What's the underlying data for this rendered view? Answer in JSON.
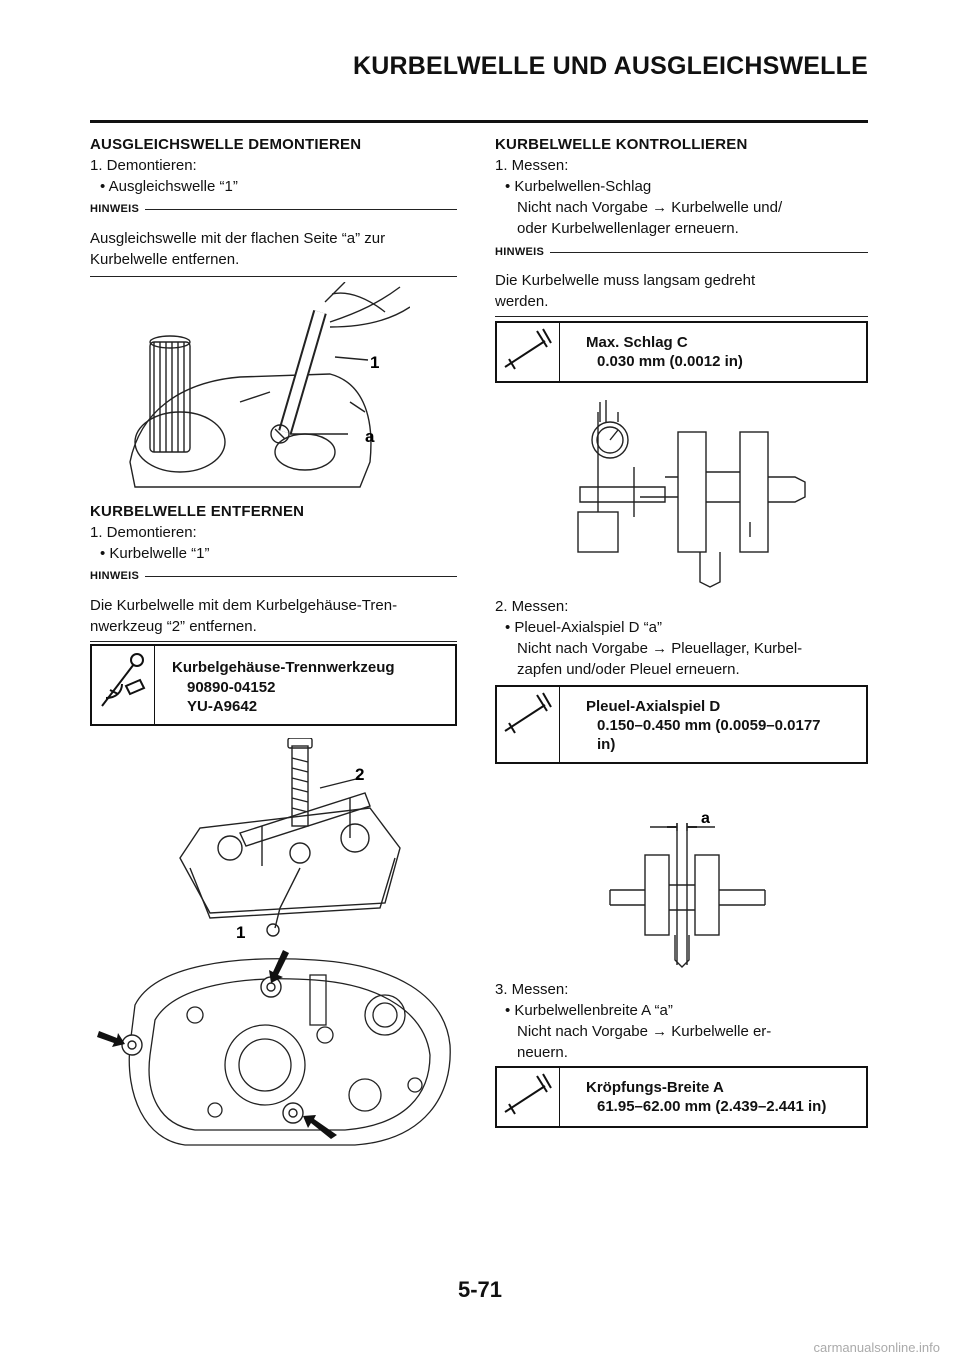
{
  "header": {
    "title": "KURBELWELLE UND AUSGLEICHSWELLE"
  },
  "left": {
    "sec1": {
      "heading": "AUSGLEICHSWELLE DEMONTIEREN",
      "step": "1. Demontieren:",
      "bullet": "• Ausgleichswelle “1”",
      "note_label": "HINWEIS",
      "note_l1": "Ausgleichswelle mit der flachen Seite “a” zur",
      "note_l2": "Kurbelwelle entfernen.",
      "fig_label_1": "1",
      "fig_label_a": "a"
    },
    "sec2": {
      "heading": "KURBELWELLE ENTFERNEN",
      "step": "1. Demontieren:",
      "bullet": "• Kurbelwelle “1”",
      "note_label": "HINWEIS",
      "note_l1": "Die Kurbelwelle mit dem Kurbelgehäuse-Tren-",
      "note_l2": "nwerkzeug “2” entfernen.",
      "tool_name": "Kurbelgehäuse-Trennwerkzeug",
      "tool_no1": "90890-04152",
      "tool_no2": "YU-A9642",
      "fig_label_2": "2",
      "fig_label_1": "1"
    }
  },
  "right": {
    "heading": "KURBELWELLE KONTROLLIEREN",
    "m1": {
      "step": "1. Messen:",
      "bullet": "• Kurbelwellen-Schlag",
      "l1": "Nicht nach Vorgabe → Kurbelwelle und/",
      "l2": "oder Kurbelwellenlager erneuern.",
      "note_label": "HINWEIS",
      "note_l1": "Die Kurbelwelle muss langsam gedreht",
      "note_l2": "werden.",
      "spec_name": "Max. Schlag C",
      "spec_val": "0.030 mm (0.0012 in)"
    },
    "m2": {
      "step": "2. Messen:",
      "bullet": "• Pleuel-Axialspiel D “a”",
      "l1": "Nicht nach Vorgabe → Pleuellager, Kurbel-",
      "l2": "zapfen und/oder Pleuel erneuern.",
      "spec_name": "Pleuel-Axialspiel D",
      "spec_val1": "0.150–0.450 mm (0.0059–0.0177",
      "spec_val2": "in)",
      "fig_label_a": "a"
    },
    "m3": {
      "step": "3. Messen:",
      "bullet": "• Kurbelwellenbreite A “a”",
      "l1": "Nicht nach Vorgabe → Kurbelwelle er-",
      "l2": "neuern.",
      "spec_name": "Kröpfungs-Breite A",
      "spec_val": "61.95–62.00 mm (2.439–2.441 in)"
    }
  },
  "footer": {
    "page_number": "5-71",
    "watermark": "carmanualsonline.info"
  }
}
